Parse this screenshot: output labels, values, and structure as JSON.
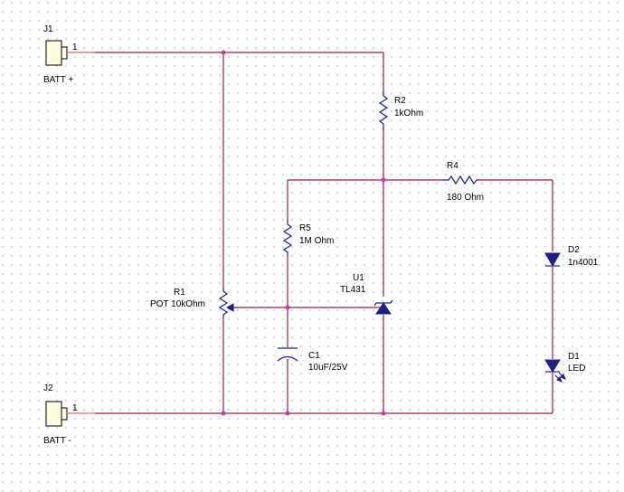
{
  "components": {
    "j1": {
      "ref": "J1",
      "value": "BATT +",
      "pin": "1"
    },
    "j2": {
      "ref": "J2",
      "value": "BATT -",
      "pin": "1"
    },
    "r1": {
      "ref": "R1",
      "value": "POT 10kOhm"
    },
    "r2": {
      "ref": "R2",
      "value": "1kOhm"
    },
    "r4": {
      "ref": "R4",
      "value": "180 Ohm"
    },
    "r5": {
      "ref": "R5",
      "value": "1M Ohm"
    },
    "c1": {
      "ref": "C1",
      "value": "10uF/25V"
    },
    "u1": {
      "ref": "U1",
      "value": "TL431"
    },
    "d1": {
      "ref": "D1",
      "value": "LED"
    },
    "d2": {
      "ref": "D2",
      "value": "1n4001"
    }
  },
  "colors": {
    "wire": "#a01e3c",
    "component": "#1e1e8c",
    "junction": "#c83ca0"
  }
}
